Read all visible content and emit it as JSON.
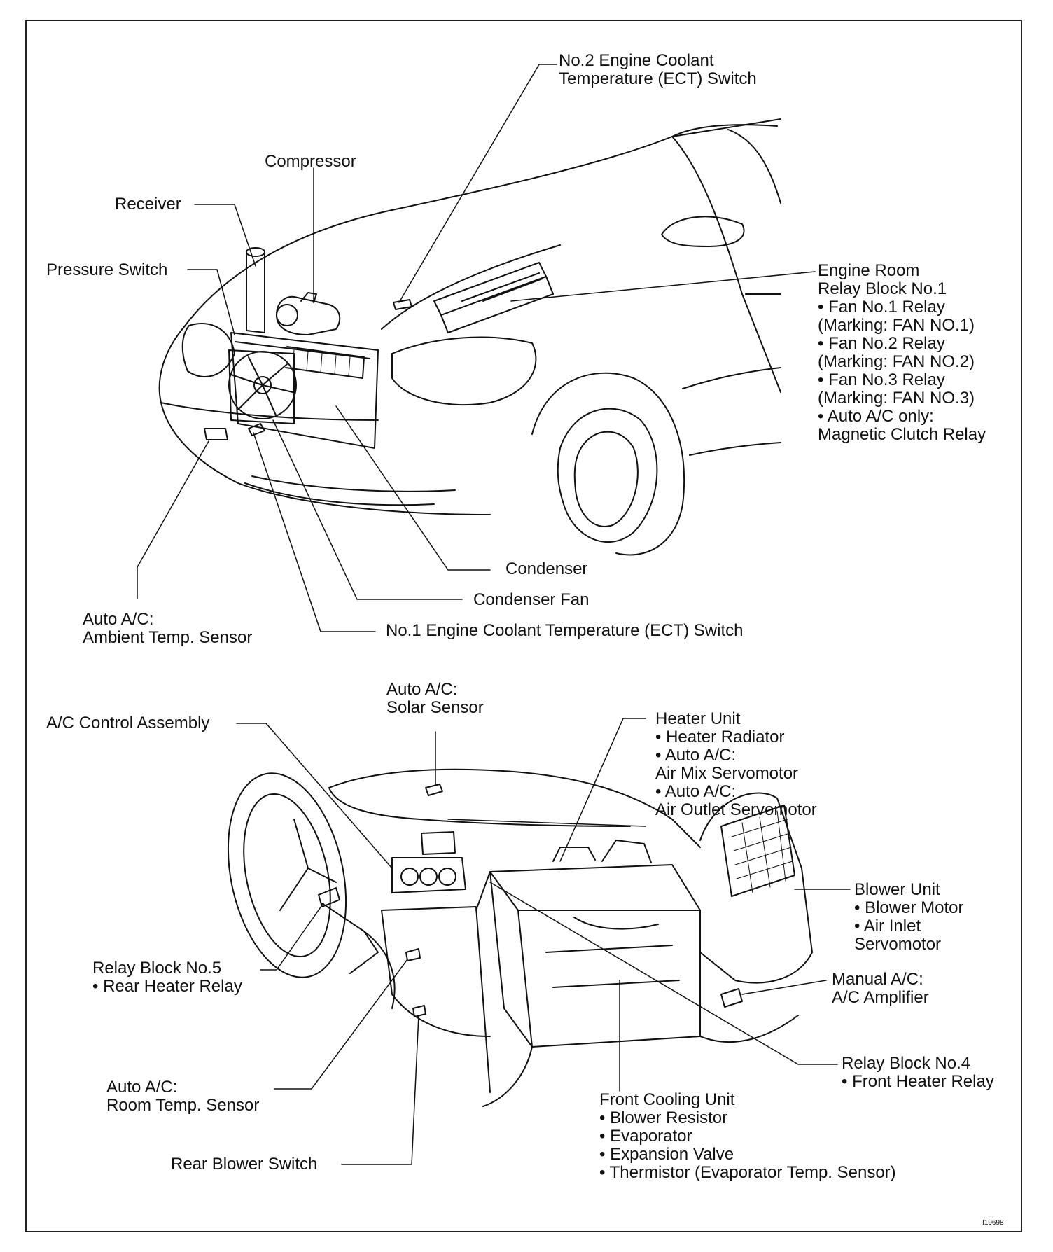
{
  "labels": {
    "ect2": "No.2 Engine Coolant\nTemperature (ECT) Switch",
    "compressor": "Compressor",
    "receiver": "Receiver",
    "pressure_switch": "Pressure Switch",
    "relay_block_1": "Engine Room\nRelay Block No.1\n• Fan No.1 Relay\n(Marking: FAN NO.1)\n• Fan No.2 Relay\n(Marking: FAN NO.2)\n• Fan No.3 Relay\n(Marking: FAN NO.3)\n• Auto A/C only:\nMagnetic Clutch Relay",
    "condenser": "Condenser",
    "condenser_fan": "Condenser Fan",
    "ect1": "No.1 Engine Coolant Temperature (ECT) Switch",
    "ambient_sensor": "Auto A/C:\nAmbient Temp. Sensor",
    "solar_sensor": "Auto A/C:\nSolar Sensor",
    "ac_control": "A/C Control Assembly",
    "heater_unit": "Heater Unit\n• Heater Radiator\n• Auto A/C:\nAir Mix Servomotor\n• Auto A/C:\nAir Outlet Servomotor",
    "blower_unit": "Blower Unit\n• Blower Motor\n• Air Inlet\nServomotor",
    "manual_ac": "Manual A/C:\nA/C Amplifier",
    "relay_block_5": "Relay Block No.5\n• Rear Heater Relay",
    "relay_block_4": "Relay Block No.4\n• Front Heater Relay",
    "room_sensor": "Auto A/C:\nRoom Temp. Sensor",
    "front_cooling": "Front Cooling Unit\n• Blower Resistor\n• Evaporator\n• Expansion Valve\n• Thermistor (Evaporator Temp. Sensor)",
    "rear_blower": "Rear Blower Switch",
    "figure_code": "I19698"
  }
}
